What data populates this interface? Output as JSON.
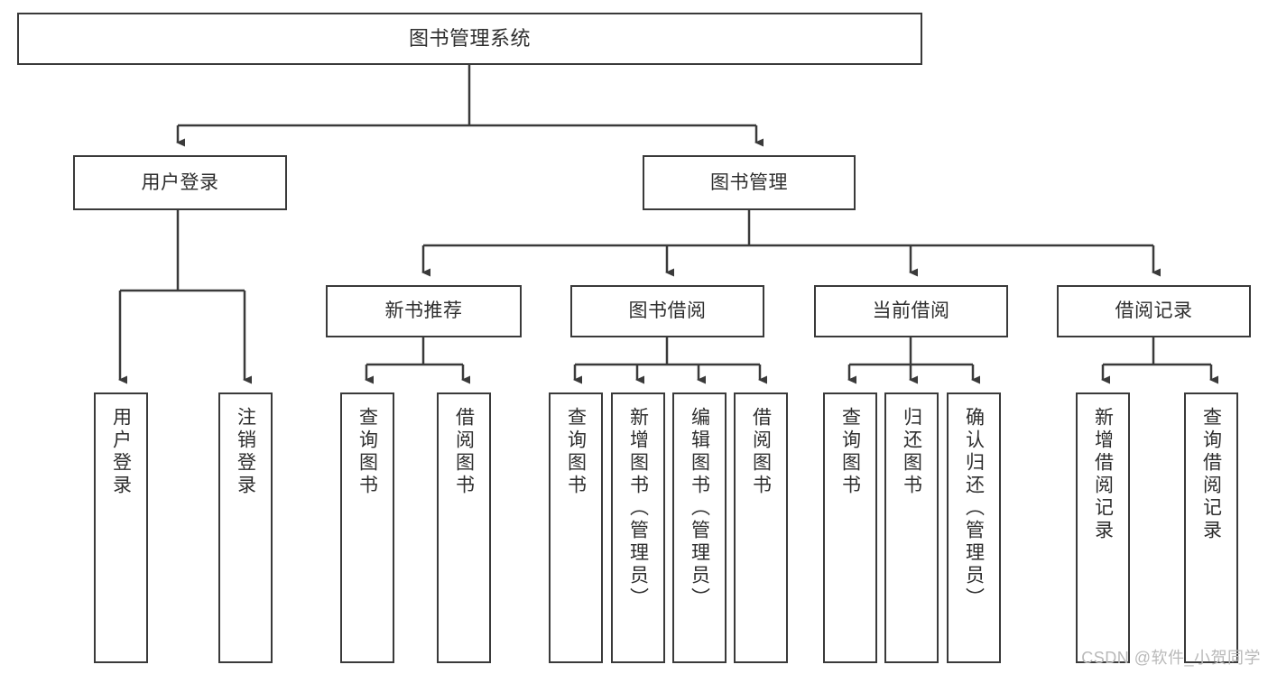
{
  "diagram": {
    "title": "图书管理系统",
    "type": "hierarchy-tree",
    "watermark": "CSDN @软件_小贺同学",
    "colors": {
      "stroke": "#3a3a3a",
      "text": "#2e2e2e",
      "background": "#ffffff",
      "watermark": "#b9b9b9"
    },
    "root": {
      "label": "图书管理系统"
    },
    "level2": [
      {
        "label": "用户登录"
      },
      {
        "label": "图书管理"
      }
    ],
    "level3": [
      {
        "label": "新书推荐"
      },
      {
        "label": "图书借阅"
      },
      {
        "label": "当前借阅"
      },
      {
        "label": "借阅记录"
      }
    ],
    "leaves": {
      "user_login": [
        {
          "label": "用户登录"
        },
        {
          "label": "注销登录"
        }
      ],
      "new_book_recommend": [
        {
          "label": "查询图书"
        },
        {
          "label": "借阅图书"
        }
      ],
      "book_borrow": [
        {
          "label": "查询图书"
        },
        {
          "label": "新增图书（管理员）"
        },
        {
          "label": "编辑图书（管理员）"
        },
        {
          "label": "借阅图书"
        }
      ],
      "current_borrow": [
        {
          "label": "查询图书"
        },
        {
          "label": "归还图书"
        },
        {
          "label": "确认归还（管理员）"
        }
      ],
      "borrow_record": [
        {
          "label": "新增借阅记录"
        },
        {
          "label": "查询借阅记录"
        }
      ]
    }
  }
}
